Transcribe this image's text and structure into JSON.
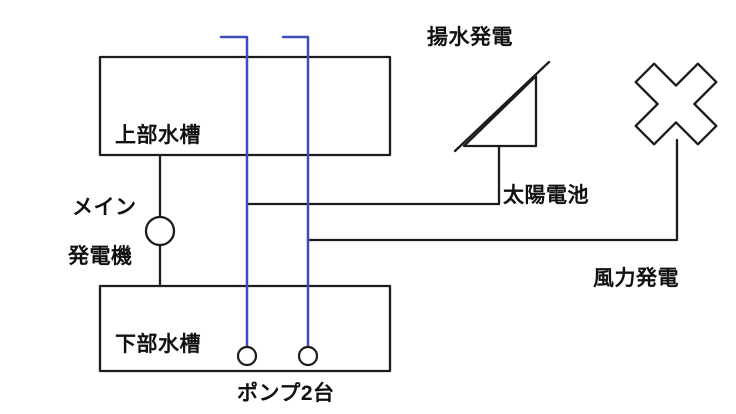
{
  "diagram": {
    "labels": {
      "pumped_storage": "揚水発電",
      "upper_tank": "上部水槽",
      "main_generator_line1": "メイン",
      "main_generator_line2": "発電機",
      "lower_tank": "下部水槽",
      "pumps": "ポンプ2台",
      "solar_cell": "太陽電池",
      "wind_power": "風力発電"
    },
    "colors": {
      "ink": "#1c1c1c",
      "pump_line": "#3b4eb8",
      "background": "#ffffff"
    }
  }
}
